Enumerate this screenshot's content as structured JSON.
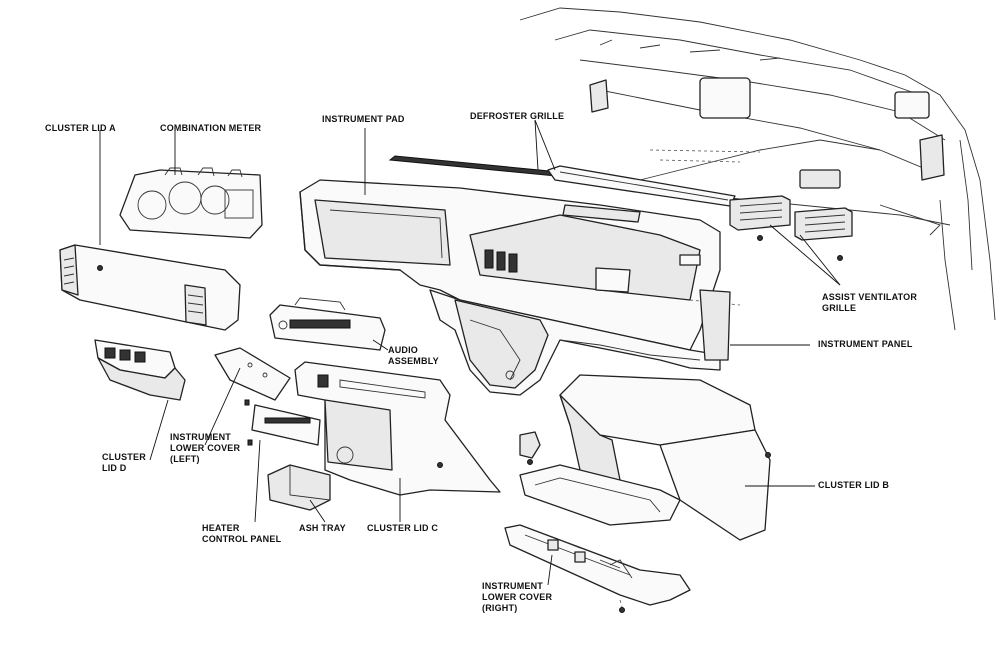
{
  "labels": {
    "cluster_lid_a": "CLUSTER LID A",
    "combination_meter": "COMBINATION METER",
    "instrument_pad": "INSTRUMENT PAD",
    "defroster_grille": "DEFROSTER GRILLE",
    "assist_ventilator_grille": "ASSIST VENTILATOR\nGRILLE",
    "instrument_panel": "INSTRUMENT PANEL",
    "audio_assembly": "AUDIO\nASSEMBLY",
    "cluster_lid_d": "CLUSTER\nLID D",
    "instrument_lower_cover_left": "INSTRUMENT\nLOWER COVER\n(LEFT)",
    "heater_control_panel": "HEATER\nCONTROL PANEL",
    "ash_tray": "ASH TRAY",
    "cluster_lid_c": "CLUSTER LID C",
    "cluster_lid_b": "CLUSTER LID B",
    "instrument_lower_cover_right": "INSTRUMENT\nLOWER COVER\n(RIGHT)"
  }
}
